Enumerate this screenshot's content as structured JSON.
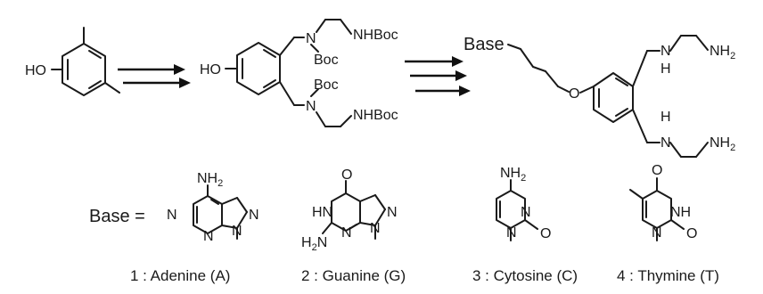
{
  "diagram": {
    "labels": {
      "ho_start": "HO",
      "ho_mid": "HO",
      "nhboc_top": "NHBoc",
      "boc_top": "Boc",
      "boc_bottom": "Boc",
      "nhboc_bottom": "NHBoc",
      "n_atom": "N",
      "base_chain": "Base",
      "o_atom": "O",
      "nh_h": "H",
      "nh2": "NH",
      "two": "2",
      "base_eq": "Base ="
    },
    "bases": [
      {
        "caption": "1 : Adenine (A)",
        "nh2": "NH",
        "sub": "2"
      },
      {
        "caption": "2 : Guanine (G)",
        "o": "O",
        "hn": "HN",
        "h2n": "H",
        "sub": "2",
        "n": "N"
      },
      {
        "caption": "3 : Cytosine (C)",
        "nh2": "NH",
        "sub": "2",
        "o": "O"
      },
      {
        "caption": "4 : Thymine (T)",
        "o": "O",
        "nh": "NH"
      }
    ],
    "ring_n": "N"
  }
}
